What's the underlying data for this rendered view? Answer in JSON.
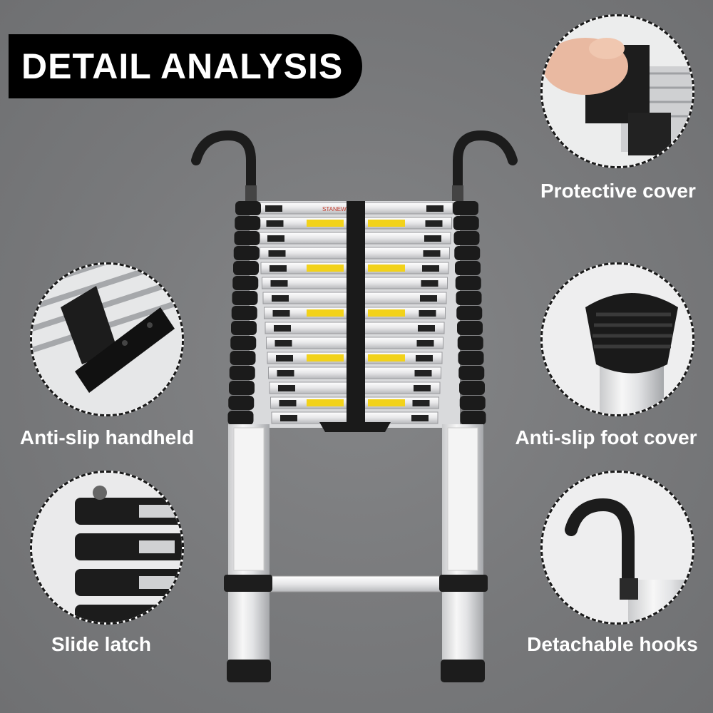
{
  "title": "DETAIL ANALYSIS",
  "features": {
    "protective_cover": "Protective cover",
    "anti_slip_handheld": "Anti-slip handheld",
    "anti_slip_foot_cover": "Anti-slip foot cover",
    "slide_latch": "Slide latch",
    "detachable_hooks": "Detachable hooks"
  },
  "brand": "STANEW",
  "colors": {
    "background": "#7b7c7e",
    "title_bg": "#000000",
    "caption": "#ffffff",
    "warning": "#f2d21a"
  }
}
